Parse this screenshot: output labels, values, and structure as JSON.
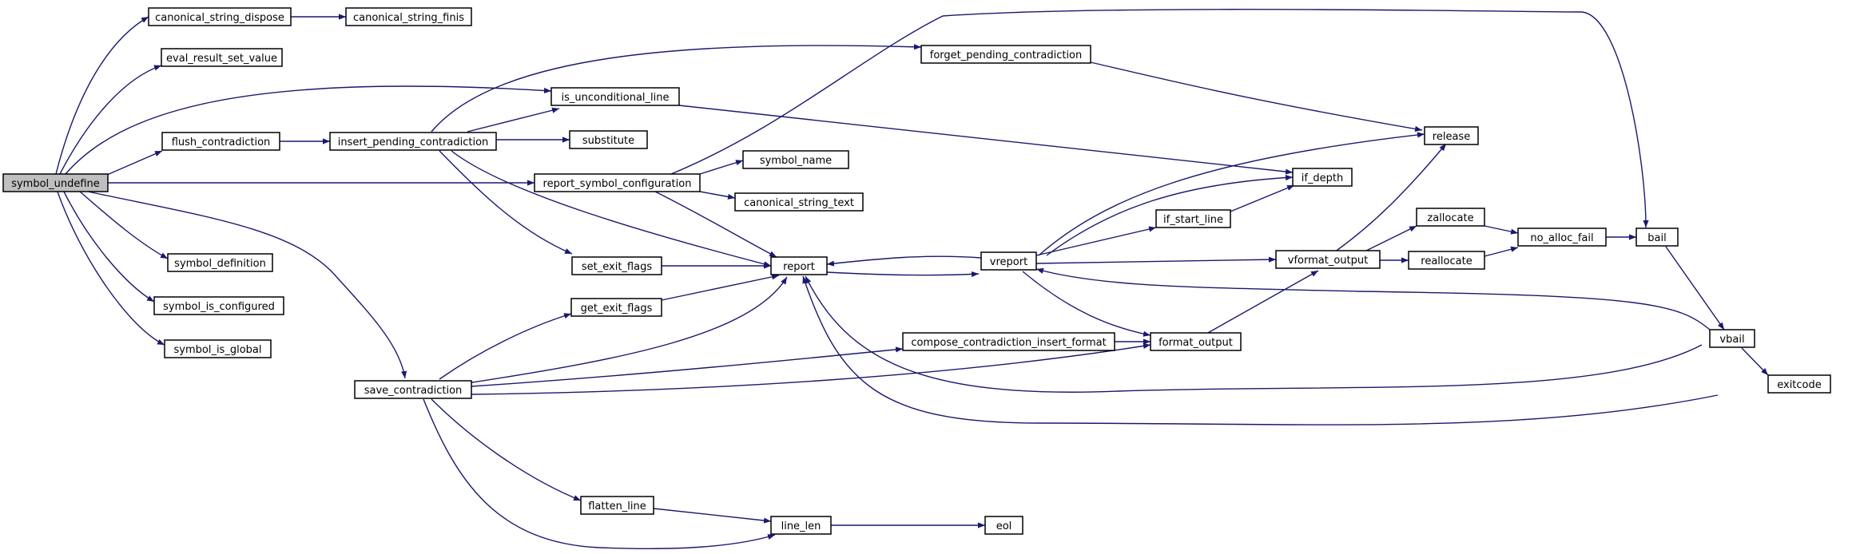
{
  "diagram": {
    "type": "call-graph",
    "colors": {
      "edge": "#191970",
      "node_border": "#000000",
      "root_fill": "#bfbfbf",
      "node_fill": "#ffffff"
    },
    "nodes": [
      {
        "id": "symbol_undefine",
        "label": "symbol_undefine",
        "root": true
      },
      {
        "id": "canonical_string_dispose",
        "label": "canonical_string_dispose"
      },
      {
        "id": "canonical_string_finis",
        "label": "canonical_string_finis"
      },
      {
        "id": "eval_result_set_value",
        "label": "eval_result_set_value"
      },
      {
        "id": "flush_contradiction",
        "label": "flush_contradiction"
      },
      {
        "id": "insert_pending_contradiction",
        "label": "insert_pending_contradiction"
      },
      {
        "id": "is_unconditional_line",
        "label": "is_unconditional_line"
      },
      {
        "id": "forget_pending_contradiction",
        "label": "forget_pending_contradiction"
      },
      {
        "id": "substitute",
        "label": "substitute"
      },
      {
        "id": "report_symbol_configuration",
        "label": "report_symbol_configuration"
      },
      {
        "id": "symbol_name",
        "label": "symbol_name"
      },
      {
        "id": "canonical_string_text",
        "label": "canonical_string_text"
      },
      {
        "id": "symbol_definition",
        "label": "symbol_definition"
      },
      {
        "id": "symbol_is_configured",
        "label": "symbol_is_configured"
      },
      {
        "id": "symbol_is_global",
        "label": "symbol_is_global"
      },
      {
        "id": "set_exit_flags",
        "label": "set_exit_flags"
      },
      {
        "id": "get_exit_flags",
        "label": "get_exit_flags"
      },
      {
        "id": "report",
        "label": "report"
      },
      {
        "id": "vreport",
        "label": "vreport"
      },
      {
        "id": "save_contradiction",
        "label": "save_contradiction"
      },
      {
        "id": "compose_contradiction_insert_format",
        "label": "compose_contradiction_insert_format"
      },
      {
        "id": "format_output",
        "label": "format_output"
      },
      {
        "id": "if_start_line",
        "label": "if_start_line"
      },
      {
        "id": "if_depth",
        "label": "if_depth"
      },
      {
        "id": "release",
        "label": "release"
      },
      {
        "id": "vformat_output",
        "label": "vformat_output"
      },
      {
        "id": "zallocate",
        "label": "zallocate"
      },
      {
        "id": "reallocate",
        "label": "reallocate"
      },
      {
        "id": "no_alloc_fail",
        "label": "no_alloc_fail"
      },
      {
        "id": "bail",
        "label": "bail"
      },
      {
        "id": "vbail",
        "label": "vbail"
      },
      {
        "id": "exitcode",
        "label": "exitcode"
      },
      {
        "id": "flatten_line",
        "label": "flatten_line"
      },
      {
        "id": "line_len",
        "label": "line_len"
      },
      {
        "id": "eol",
        "label": "eol"
      }
    ]
  }
}
